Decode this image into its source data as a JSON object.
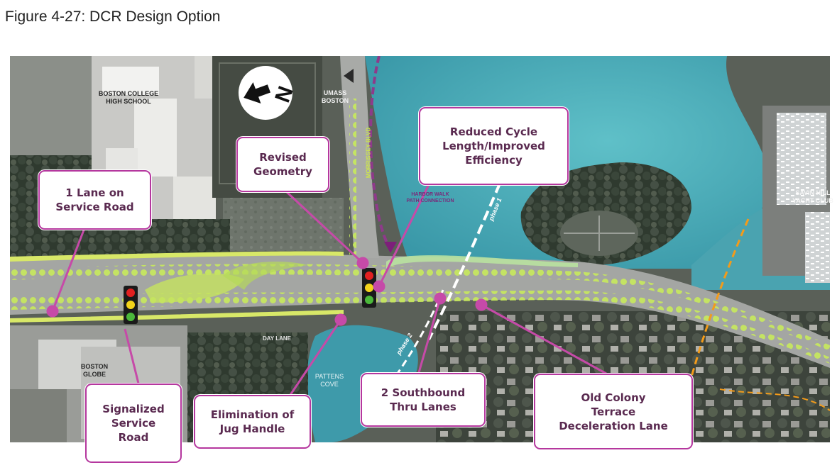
{
  "figure": {
    "title": "Figure 4-27: DCR Design Option"
  },
  "callouts": {
    "revised_geometry": "Revised\nGeometry",
    "reduced_cycle": "Reduced Cycle\nLength/Improved\nEfficiency",
    "one_lane": "1 Lane on\nService Road",
    "signalized": "Signalized\nService\nRoad",
    "elimination": "Elimination of\nJug Handle",
    "southbound": "2 Southbound\nThru Lanes",
    "old_colony": "Old Colony\nTerrace\nDeceleration Lane"
  },
  "map_labels": {
    "bc_high": "BOSTON COLLEGE\nHIGH SCHOOL",
    "umass": "UMASS\nBOSTON",
    "morrissey": "MORRISSEY BLVD",
    "harbor_walk": "HARBOR WALK\nPATH CONNECTION",
    "phase1": "phase 1",
    "phase2": "phase 2",
    "savin_hill": "SAVIN HILL\nYACHT CLUB",
    "boston_globe": "BOSTON\nGLOBE",
    "pattens_cove": "PATTENS\nCOVE",
    "day_lane": "DAY LANE"
  },
  "north_arrow": {
    "icon": "north-arrow-icon",
    "letter": "N"
  },
  "colors": {
    "callout_border": "#b5379e",
    "water": "#4aa7b4",
    "road": "#9a9a9a",
    "trees": "#c5e85a",
    "signal_red": "#e22020",
    "signal_yellow": "#f3d31a",
    "signal_green": "#4bb83a"
  }
}
